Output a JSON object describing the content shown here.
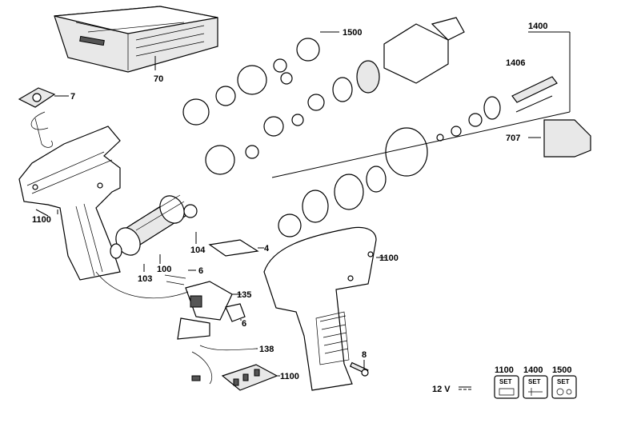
{
  "labels": {
    "l70": "70",
    "l7": "7",
    "l1500": "1500",
    "l1400": "1400",
    "l1406": "1406",
    "l707": "707",
    "l1100a": "1100",
    "l1100b": "1100",
    "l1100c": "1100",
    "l4": "4",
    "l104": "104",
    "l100": "100",
    "l103": "103",
    "l6a": "6",
    "l135": "135",
    "l6b": "6",
    "l138": "138",
    "l8": "8"
  },
  "voltage": "12 V",
  "sets": [
    {
      "number": "1100",
      "label": "SET"
    },
    {
      "number": "1400",
      "label": "SET"
    },
    {
      "number": "1500",
      "label": "SET"
    }
  ]
}
